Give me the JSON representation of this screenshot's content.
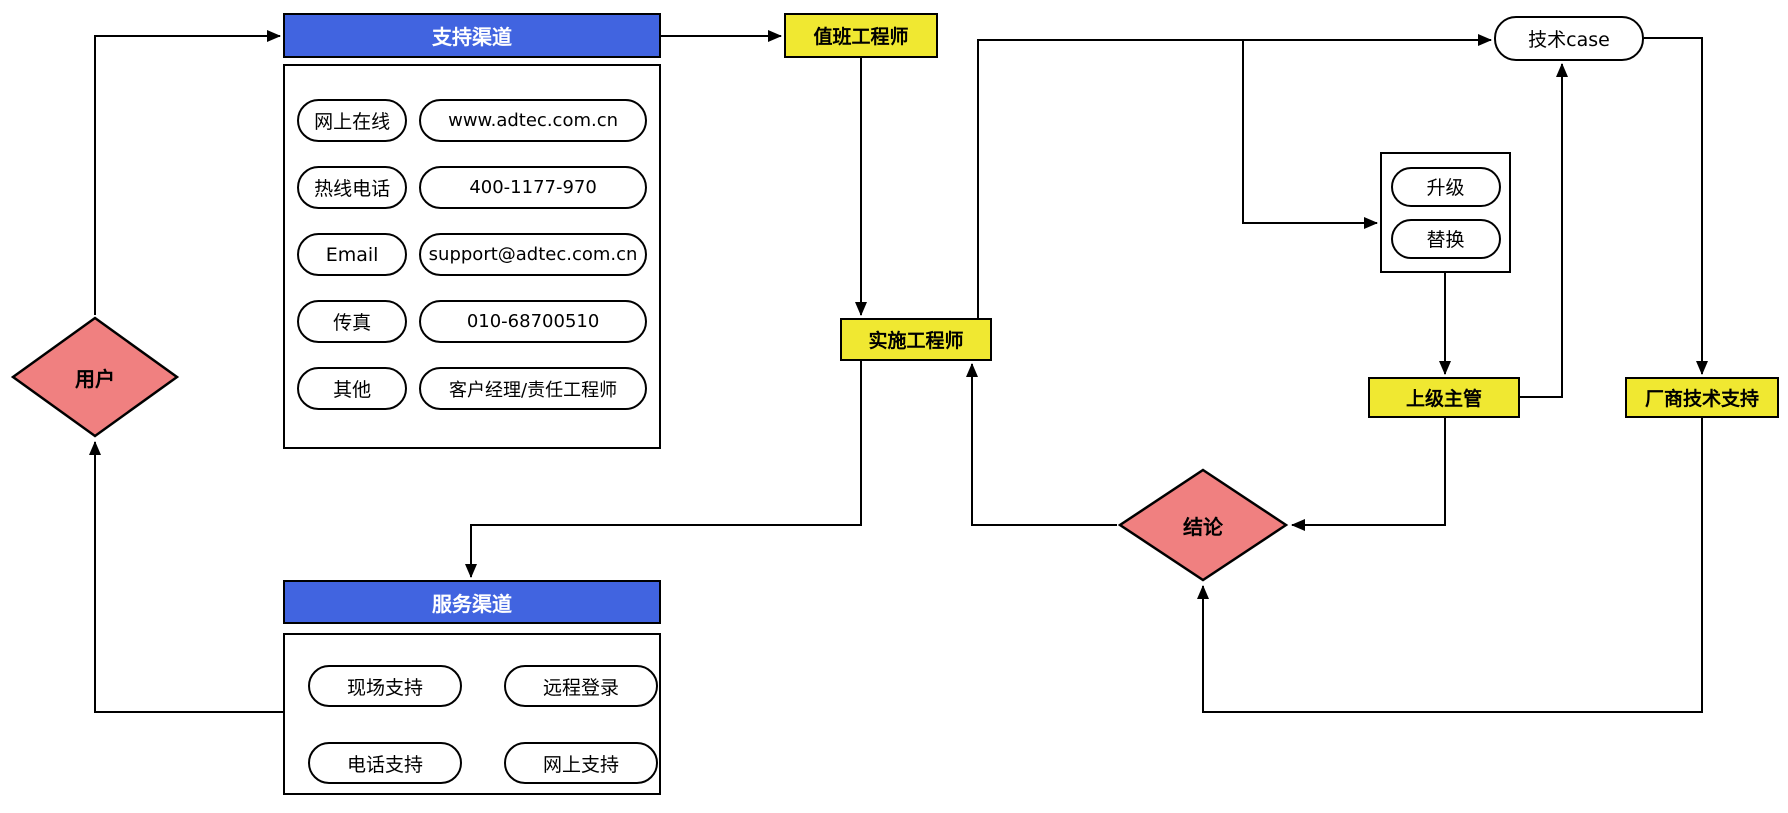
{
  "colors": {
    "blue": "#4164e0",
    "yellow": "#f0e831",
    "red": "#f08080"
  },
  "user": {
    "label": "用户"
  },
  "support": {
    "title": "支持渠道",
    "rows": [
      {
        "label": "网上在线",
        "value": "www.adtec.com.cn"
      },
      {
        "label": "热线电话",
        "value": "400-1177-970"
      },
      {
        "label": "Email",
        "value": "support@adtec.com.cn"
      },
      {
        "label": "传真",
        "value": "010-68700510"
      },
      {
        "label": "其他",
        "value": "客户经理/责任工程师"
      }
    ]
  },
  "duty_engineer": {
    "label": "值班工程师"
  },
  "impl_engineer": {
    "label": "实施工程师"
  },
  "tech_case": {
    "label": "技术case"
  },
  "options": {
    "items": [
      {
        "label": "升级"
      },
      {
        "label": "替换"
      }
    ]
  },
  "supervisor": {
    "label": "上级主管"
  },
  "vendor_support": {
    "label": "厂商技术支持"
  },
  "conclusion": {
    "label": "结论"
  },
  "service": {
    "title": "服务渠道",
    "items": [
      {
        "label": "现场支持"
      },
      {
        "label": "远程登录"
      },
      {
        "label": "电话支持"
      },
      {
        "label": "网上支持"
      }
    ]
  },
  "edges": [
    {
      "from": "用户",
      "to": "支持渠道"
    },
    {
      "from": "支持渠道",
      "to": "值班工程师"
    },
    {
      "from": "值班工程师",
      "to": "实施工程师"
    },
    {
      "from": "实施工程师",
      "to": "技术case"
    },
    {
      "from": "技术case",
      "to": "升级/替换"
    },
    {
      "from": "升级/替换",
      "to": "上级主管"
    },
    {
      "from": "上级主管",
      "to": "技术case"
    },
    {
      "from": "技术case",
      "to": "厂商技术支持"
    },
    {
      "from": "上级主管",
      "to": "结论"
    },
    {
      "from": "厂商技术支持",
      "to": "结论"
    },
    {
      "from": "结论",
      "to": "实施工程师"
    },
    {
      "from": "实施工程师",
      "to": "服务渠道"
    },
    {
      "from": "服务渠道",
      "to": "用户"
    }
  ]
}
